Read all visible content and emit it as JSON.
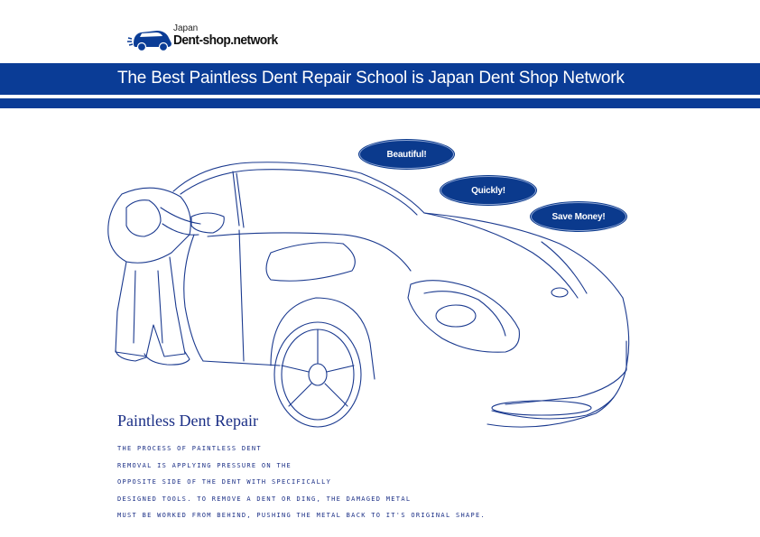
{
  "logo": {
    "top_text": "Japan",
    "main_text": "Dent-shop.network",
    "icon": "car-logo-icon"
  },
  "banner": {
    "title": "The Best Paintless Dent Repair School is Japan Dent Shop Network"
  },
  "bubbles": [
    "Beautiful!",
    "Quickly!",
    "Save Money!"
  ],
  "section": {
    "title": "Paintless Dent Repair",
    "description_lines": [
      "The process of Paintless Dent",
      "Removal is applying pressure on the",
      "opposite side of the dent with specifically",
      "designed tools. To remove a dent or ding, the damaged metal",
      "must be worked from behind, pushing the metal back to it's original shape."
    ]
  },
  "colors": {
    "brand_blue": "#0a3c96",
    "line_art": "#1b3a8f"
  }
}
